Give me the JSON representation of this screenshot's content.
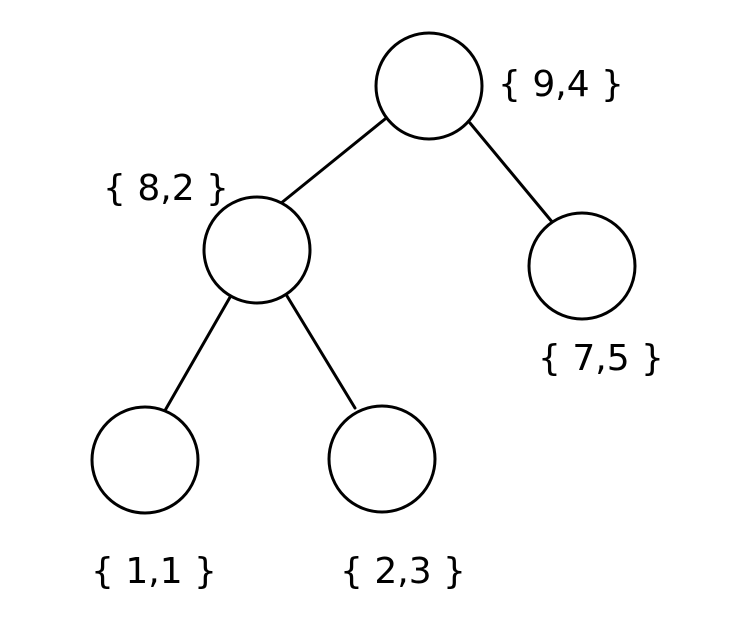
{
  "diagram": {
    "type": "binary-tree",
    "nodes": [
      {
        "id": "root",
        "label": "{ 9,4 }"
      },
      {
        "id": "left",
        "label": "{ 8,2 }"
      },
      {
        "id": "right",
        "label": "{ 7,5 }"
      },
      {
        "id": "left-left",
        "label": "{ 1,1 }"
      },
      {
        "id": "left-right",
        "label": "{ 2,3 }"
      }
    ],
    "edges": [
      {
        "from": "root",
        "to": "left"
      },
      {
        "from": "root",
        "to": "right"
      },
      {
        "from": "left",
        "to": "left-left"
      },
      {
        "from": "left",
        "to": "left-right"
      }
    ]
  }
}
